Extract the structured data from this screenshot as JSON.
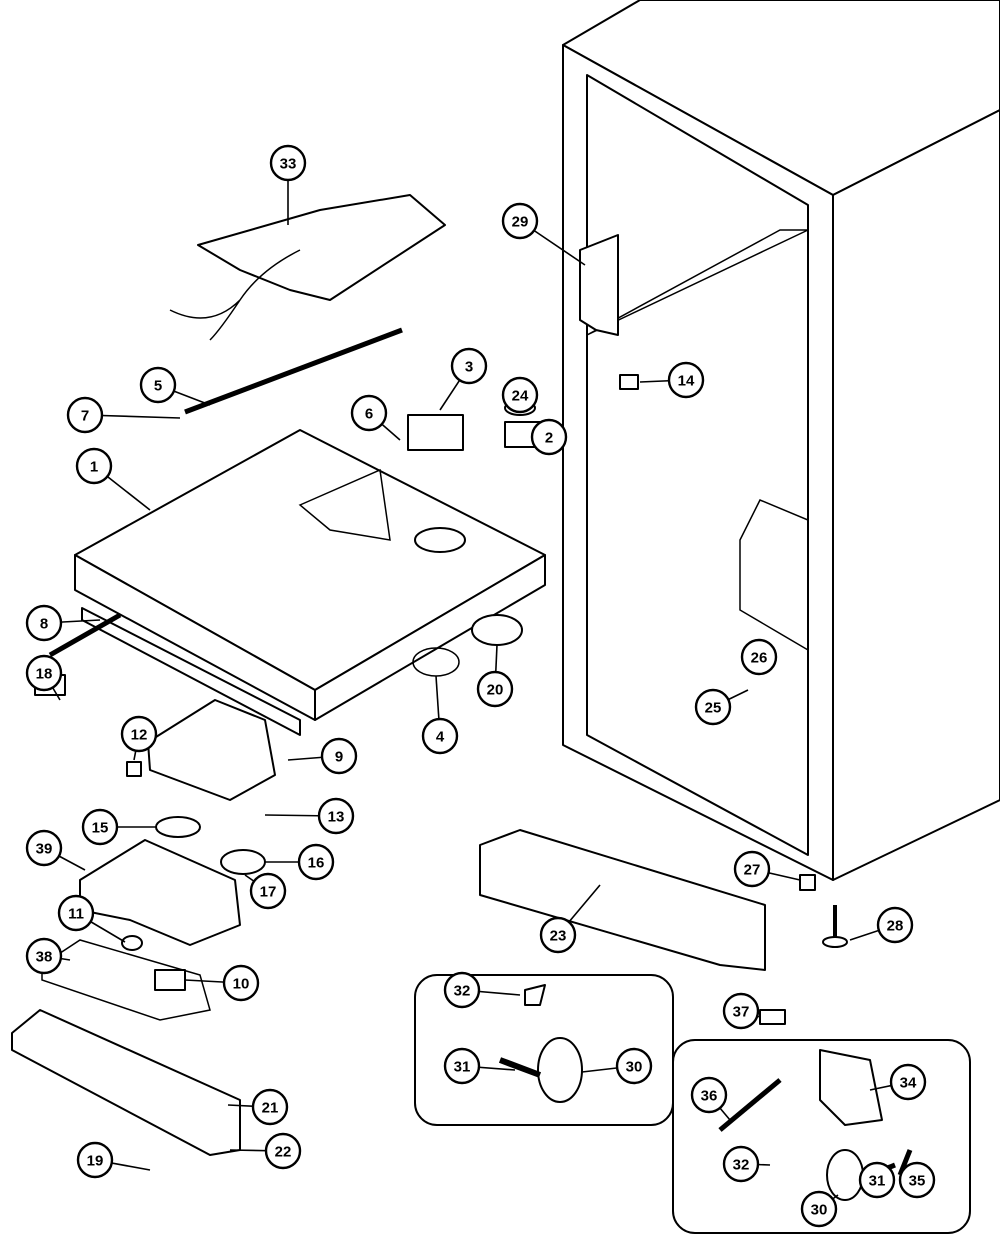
{
  "diagram": {
    "callouts": [
      "33",
      "29",
      "14",
      "5",
      "3",
      "24",
      "7",
      "6",
      "2",
      "1",
      "8",
      "20",
      "18",
      "26",
      "25",
      "4",
      "12",
      "9",
      "13",
      "15",
      "16",
      "39",
      "27",
      "17",
      "28",
      "23",
      "11",
      "38",
      "10",
      "32",
      "37",
      "31",
      "30",
      "34",
      "36",
      "21",
      "22",
      "32",
      "31",
      "35",
      "30",
      "19"
    ]
  }
}
